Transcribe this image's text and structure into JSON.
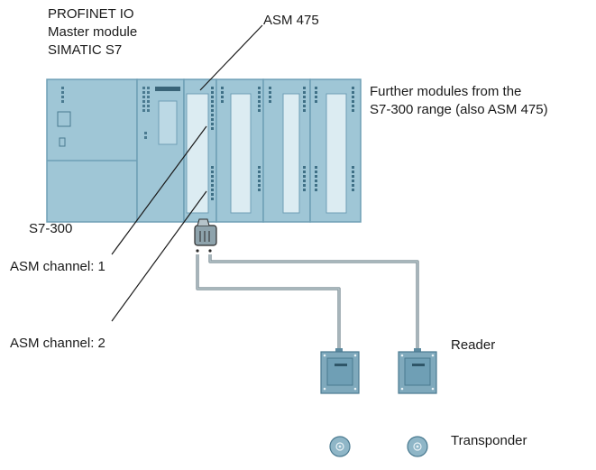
{
  "labels": {
    "master_line1": "PROFINET IO",
    "master_line2": "Master module",
    "master_line3": "SIMATIC S7",
    "asm475": "ASM 475",
    "further_line1": "Further modules from the",
    "further_line2": "S7-300 range (also ASM 475)",
    "s7_300": "S7-300",
    "asm_channel_1": "ASM channel: 1",
    "asm_channel_2": "ASM channel: 2",
    "reader": "Reader",
    "transponder": "Transponder"
  },
  "colors": {
    "module_body": "#9fc6d6",
    "module_dark": "#6f9fb5",
    "module_light": "#dcecf2",
    "cable": "#8a9aa0",
    "reader_body": "#7fa9bc",
    "reader_dark": "#5d8aa0"
  }
}
